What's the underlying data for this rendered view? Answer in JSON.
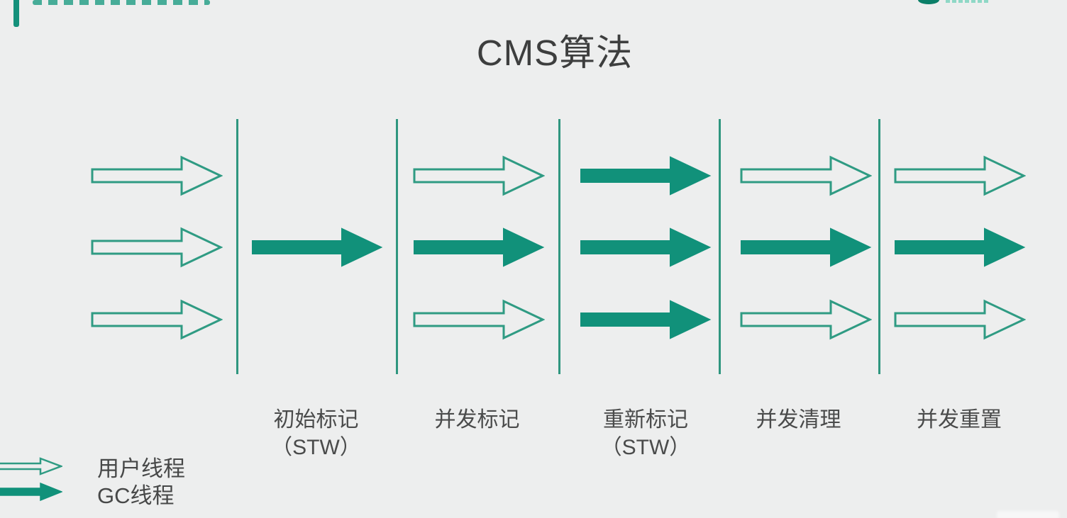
{
  "page": {
    "background_color": "#edeeee"
  },
  "header": {
    "title": "CMS算法"
  },
  "colors": {
    "gc_thread_fill": "#11917a",
    "user_thread_outline": "#2f9b83",
    "divider_line": "#2f967f",
    "title_text": "#3d3e3e",
    "label_text": "#4a4b4b"
  },
  "diagram": {
    "rows": 3,
    "sections": [
      {
        "id": "user-running",
        "arrows": [
          "user",
          "user",
          "user"
        ],
        "label": "",
        "sublabel": ""
      },
      {
        "id": "initial-mark",
        "arrows": [
          "none",
          "gc",
          "none"
        ],
        "label": "初始标记",
        "sublabel": "（STW）"
      },
      {
        "id": "concurrent-mark",
        "arrows": [
          "user",
          "gc",
          "user"
        ],
        "label": "并发标记",
        "sublabel": ""
      },
      {
        "id": "remark",
        "arrows": [
          "gc",
          "gc",
          "gc"
        ],
        "label": "重新标记",
        "sublabel": "（STW）"
      },
      {
        "id": "concurrent-sweep",
        "arrows": [
          "user",
          "gc",
          "user"
        ],
        "label": "并发清理",
        "sublabel": ""
      },
      {
        "id": "concurrent-reset",
        "arrows": [
          "user",
          "gc",
          "user"
        ],
        "label": "并发重置",
        "sublabel": ""
      }
    ]
  },
  "legend": {
    "items": [
      {
        "type": "user",
        "label": "用户线程"
      },
      {
        "type": "gc",
        "label": "GC线程"
      }
    ]
  }
}
